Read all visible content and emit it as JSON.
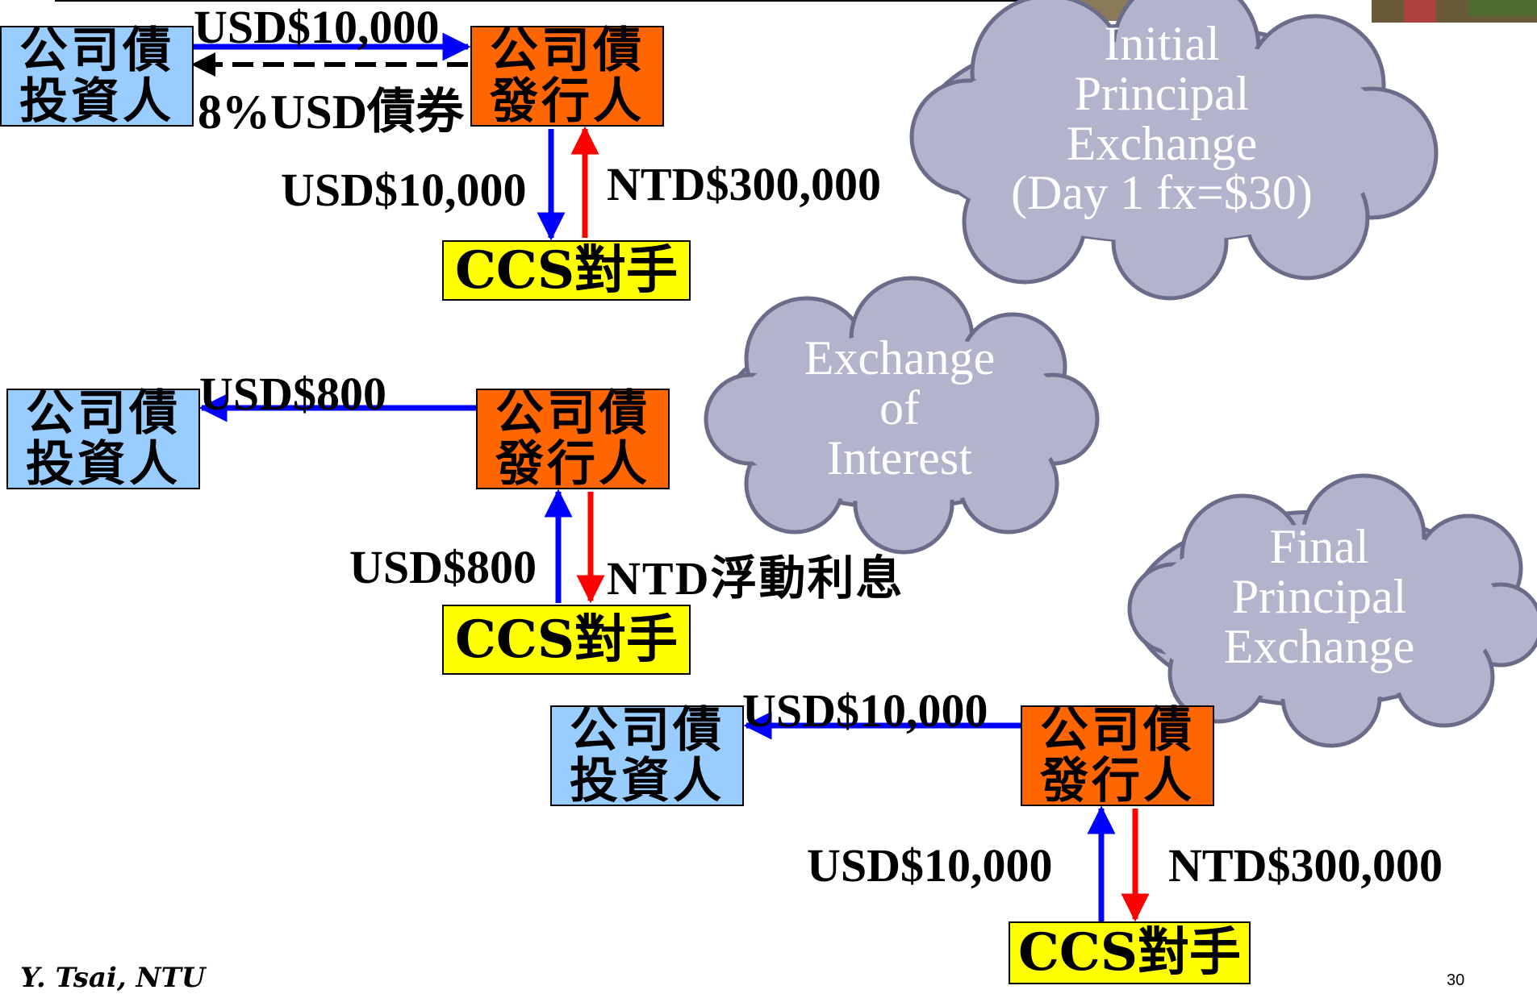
{
  "entities": {
    "investor": "公司債\n投資人",
    "issuer": "公司債\n發行人",
    "counterparty": "CCS對手"
  },
  "stage1": {
    "cloud": "Initial\nPrincipal\nExchange\n(Day 1 fx=$30)",
    "top_flow": "USD$10,000",
    "bond_flow": "8%USD債券",
    "down_flow": "USD$10,000",
    "up_flow": "NTD$300,000"
  },
  "stage2": {
    "cloud": "Exchange\nof\nInterest",
    "top_flow": "USD$800",
    "up_flow": "USD$800",
    "down_flow": "NTD浮動利息"
  },
  "stage3": {
    "cloud": "Final\nPrincipal\nExchange",
    "top_flow": "USD$10,000",
    "up_flow": "USD$10,000",
    "down_flow": "NTD$300,000"
  },
  "footer": {
    "author": "Y. Tsai, NTU",
    "page_number": "30"
  },
  "colors": {
    "investor_fill": "#99ccff",
    "issuer_fill": "#ff6600",
    "counterparty_fill": "#ffff00",
    "usd_arrow": "#0000ff",
    "ntd_arrow": "#ff0000",
    "cloud_fill": "#b3b3cc"
  }
}
